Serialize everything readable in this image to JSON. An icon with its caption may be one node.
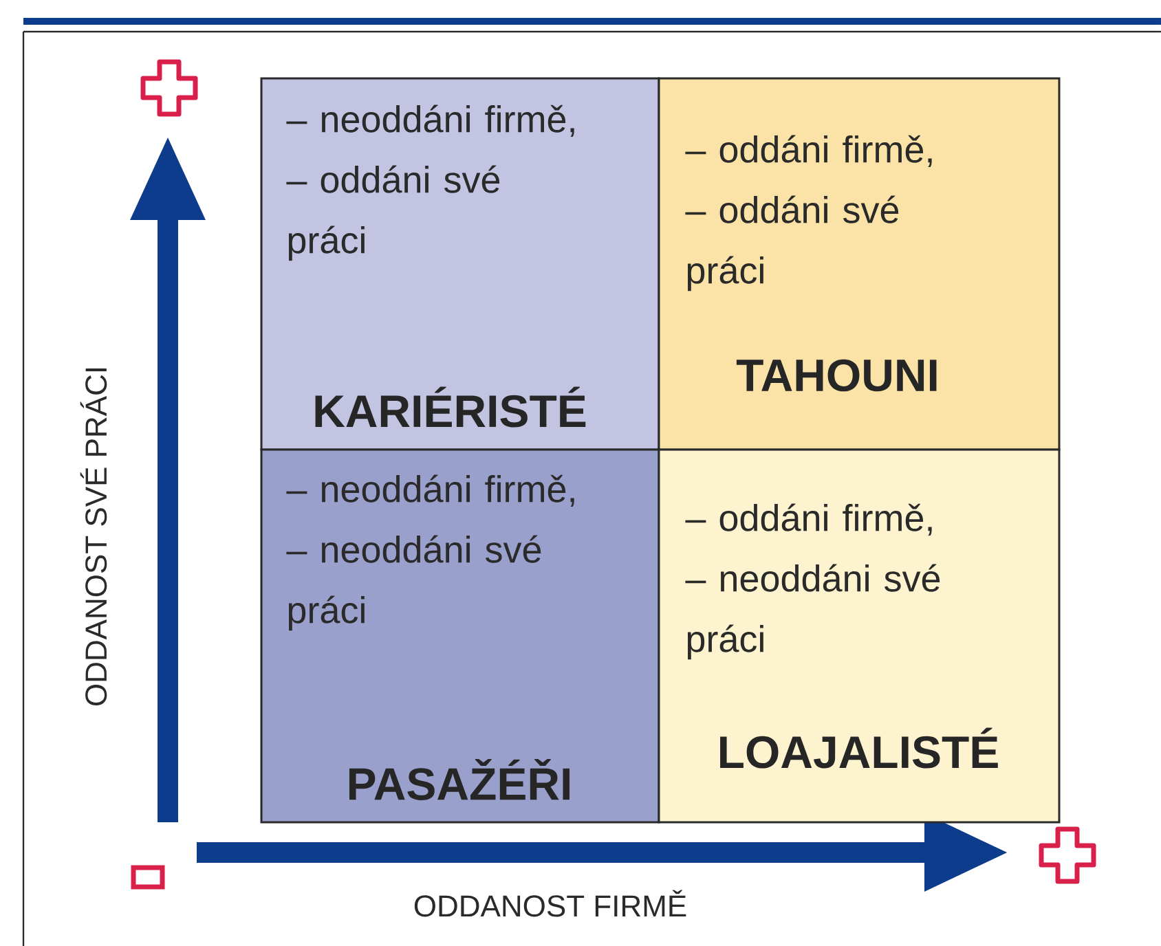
{
  "diagram": {
    "nodes": [
      {
        "text": [
          "– neoddáni firmě,",
          "– oddáni své práci",
          "KARIÉRISTÉ"
        ]
      },
      {
        "text": [
          "– oddáni firmě,",
          "– oddáni své práci",
          "TAHOUNI"
        ]
      },
      {
        "text": [
          "– neoddáni firmě,",
          "– neoddáni své práci",
          "PASAŽÉŘI"
        ]
      },
      {
        "text": [
          "– oddáni firmě,",
          "– neoddáni své práci",
          "LOAJALISTÉ"
        ]
      }
    ],
    "labels": [
      "ODDANOST SVÉ PRÁCI",
      "ODDANOST FIRMĚ"
    ]
  }
}
